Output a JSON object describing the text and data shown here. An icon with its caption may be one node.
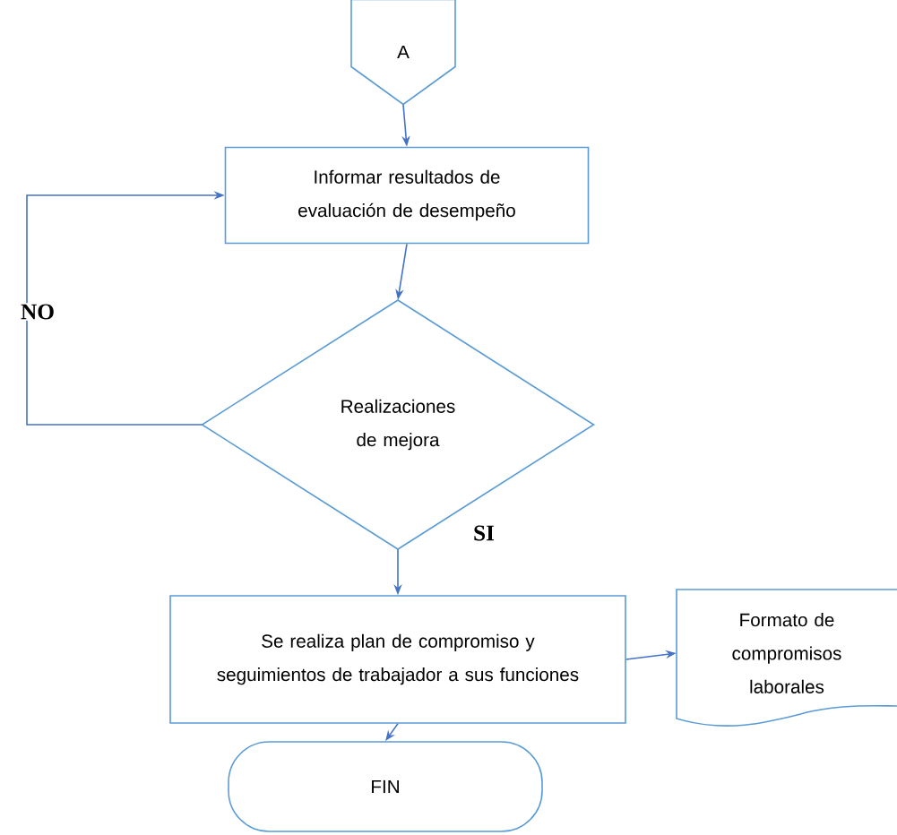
{
  "diagram": {
    "nodes": [
      {
        "text": [
          "A"
        ]
      },
      {
        "text": [
          "Informar resultados de evaluación de desempeño"
        ]
      },
      {
        "text": [
          "Realizaciones de mejora"
        ]
      },
      {
        "text": [
          "Se realiza plan de compromiso y seguimientos de trabajador a sus funciones"
        ]
      },
      {
        "text": [
          "Formato de compromisos laborales"
        ]
      },
      {
        "text": [
          "FIN"
        ]
      }
    ],
    "edges": [
      {
        "from": 0,
        "to": 1,
        "arrow": "to"
      },
      {
        "from": 1,
        "to": 2,
        "arrow": "to"
      },
      {
        "from": 2,
        "to": 1,
        "arrow": "to",
        "label": "NO"
      },
      {
        "from": 2,
        "to": 3,
        "arrow": "to",
        "label": "SI"
      },
      {
        "from": 3,
        "to": 4,
        "arrow": "to"
      },
      {
        "from": 3,
        "to": 5,
        "arrow": "to"
      }
    ]
  }
}
